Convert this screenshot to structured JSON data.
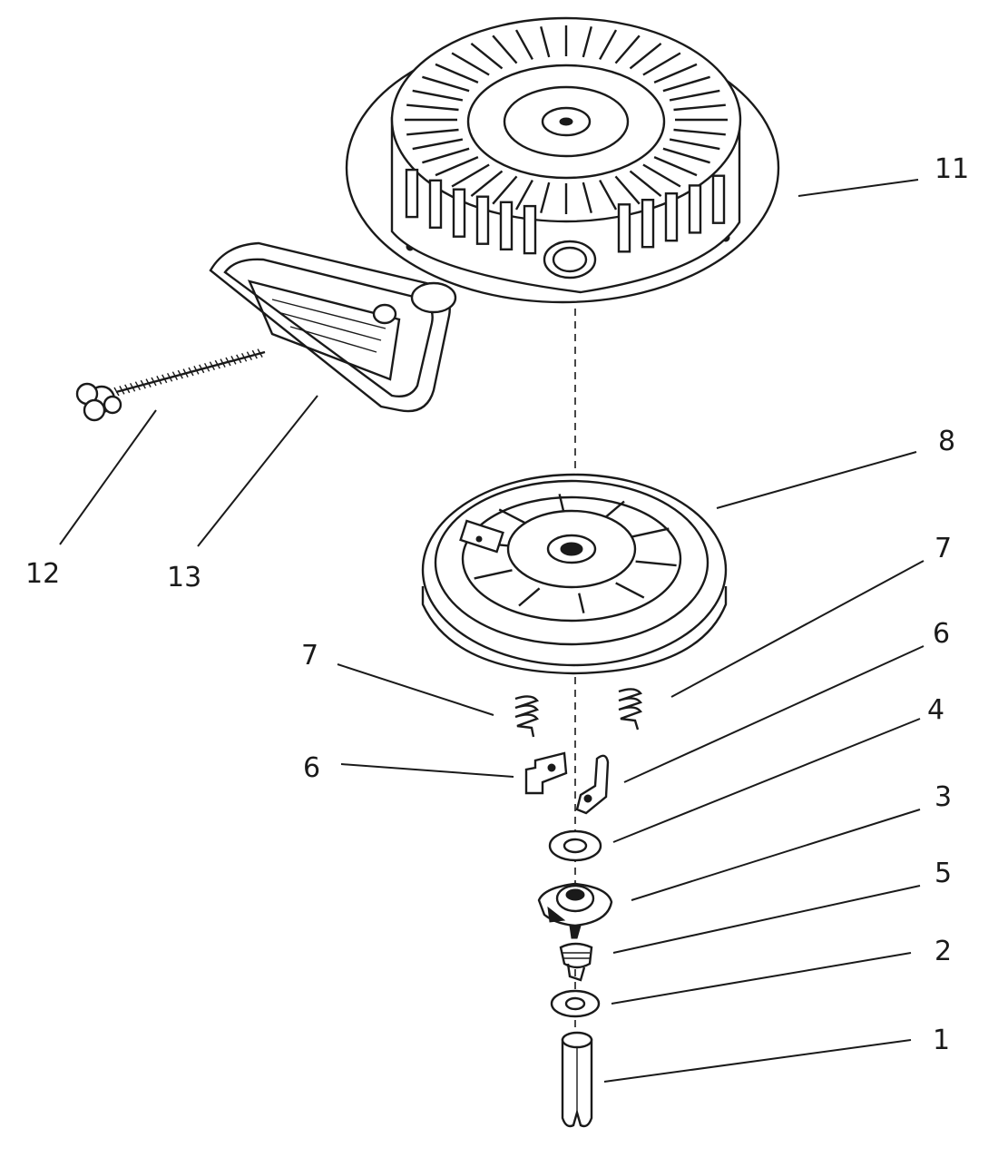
{
  "callouts": {
    "c1": "1",
    "c2": "2",
    "c3": "3",
    "c4": "4",
    "c5": "5",
    "c6_right": "6",
    "c6_left": "6",
    "c7_right": "7",
    "c7_left": "7",
    "c8": "8",
    "c11": "11",
    "c12": "12",
    "c13": "13"
  }
}
